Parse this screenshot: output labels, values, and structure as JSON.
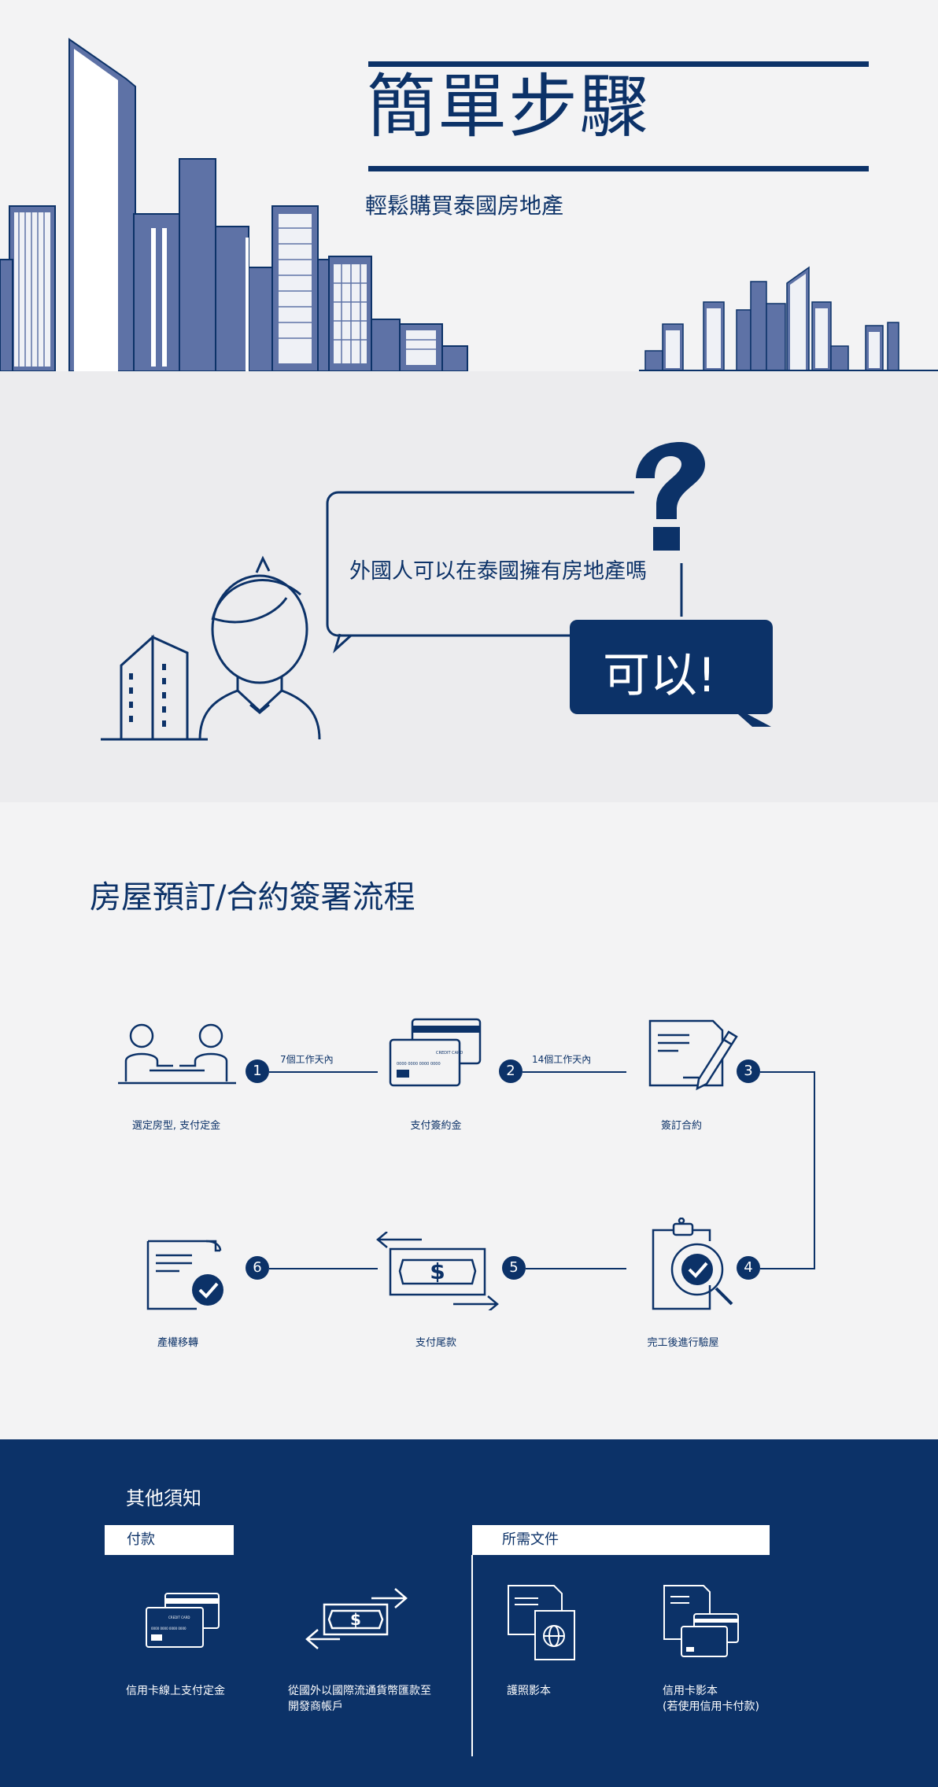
{
  "hero": {
    "title": "簡單步驟",
    "subtitle": "輕鬆購買泰國房地產"
  },
  "question": {
    "text": "外國人可以在泰國擁有房地產嗎",
    "answer": "可以!",
    "mark": "?"
  },
  "process": {
    "title": "房屋預訂/合約簽署流程",
    "steps": [
      {
        "number": "1",
        "label": "選定房型, 支付定金"
      },
      {
        "number": "2",
        "label": "支付簽約金"
      },
      {
        "number": "3",
        "label": "簽訂合約"
      },
      {
        "number": "4",
        "label": "完工後進行驗屋"
      },
      {
        "number": "5",
        "label": "支付尾款"
      },
      {
        "number": "6",
        "label": "產權移轉"
      }
    ],
    "durations": [
      "7個工作天內",
      "14個工作天內"
    ],
    "card_text": "CREDIT CARD",
    "card_number": "0000 0000 0000 0000",
    "money_symbol": "$"
  },
  "notes": {
    "title": "其他須知",
    "payment_tab": "付款",
    "documents_tab": "所需文件",
    "items": [
      {
        "label": "信用卡線上支付定金"
      },
      {
        "label": "從國外以國際流通貨幣匯款至",
        "label2": "開發商帳戶"
      },
      {
        "label": "護照影本"
      },
      {
        "label": "信用卡影本",
        "label2": "(若使用信用卡付款)"
      }
    ]
  },
  "colors": {
    "navy": "#0c3268",
    "building": "#5e72a6",
    "light_bg": "#f3f3f4",
    "mid_bg": "#ececee"
  },
  "icons": [
    "building-icon",
    "person-icon",
    "question-mark-icon",
    "handshake-icon",
    "credit-card-icon",
    "contract-pen-icon",
    "clipboard-check-icon",
    "money-transfer-icon",
    "document-check-icon",
    "passport-icon"
  ]
}
